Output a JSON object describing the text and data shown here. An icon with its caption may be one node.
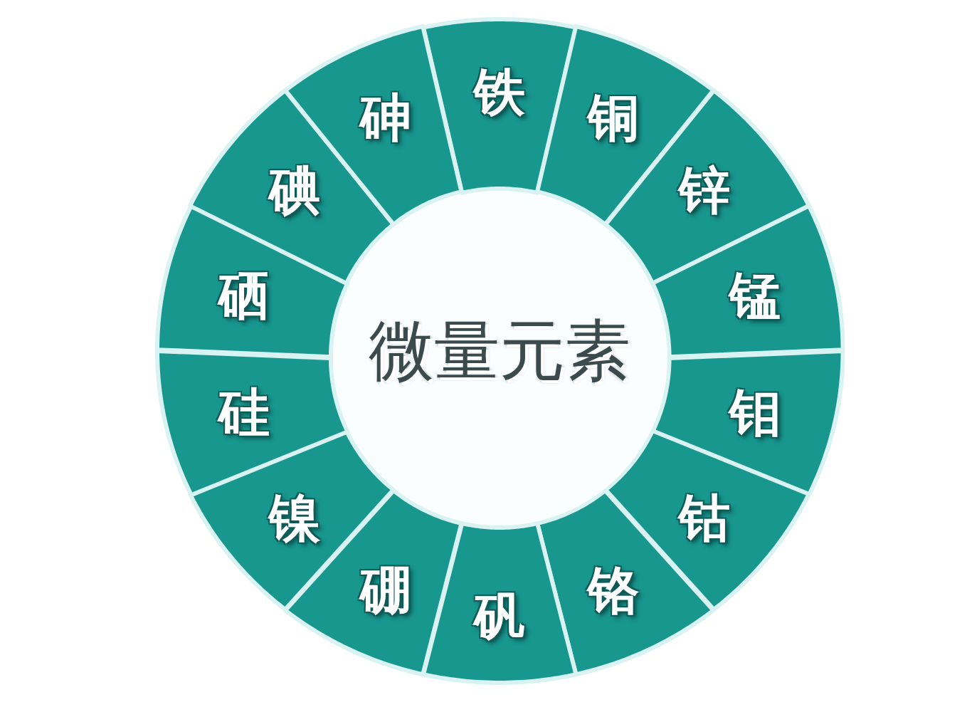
{
  "diagram": {
    "nodes": [
      {
        "text": [
          "微量元素"
        ]
      },
      {
        "text": [
          "铁"
        ]
      },
      {
        "text": [
          "铜"
        ]
      },
      {
        "text": [
          "锌"
        ]
      },
      {
        "text": [
          "锰"
        ]
      },
      {
        "text": [
          "钼"
        ]
      },
      {
        "text": [
          "钴"
        ]
      },
      {
        "text": [
          "铬"
        ]
      },
      {
        "text": [
          "矾"
        ]
      },
      {
        "text": [
          "硼"
        ]
      },
      {
        "text": [
          "镍"
        ]
      },
      {
        "text": [
          "硅"
        ]
      },
      {
        "text": [
          "硒"
        ]
      },
      {
        "text": [
          "碘"
        ]
      },
      {
        "text": [
          "砷"
        ]
      }
    ]
  }
}
